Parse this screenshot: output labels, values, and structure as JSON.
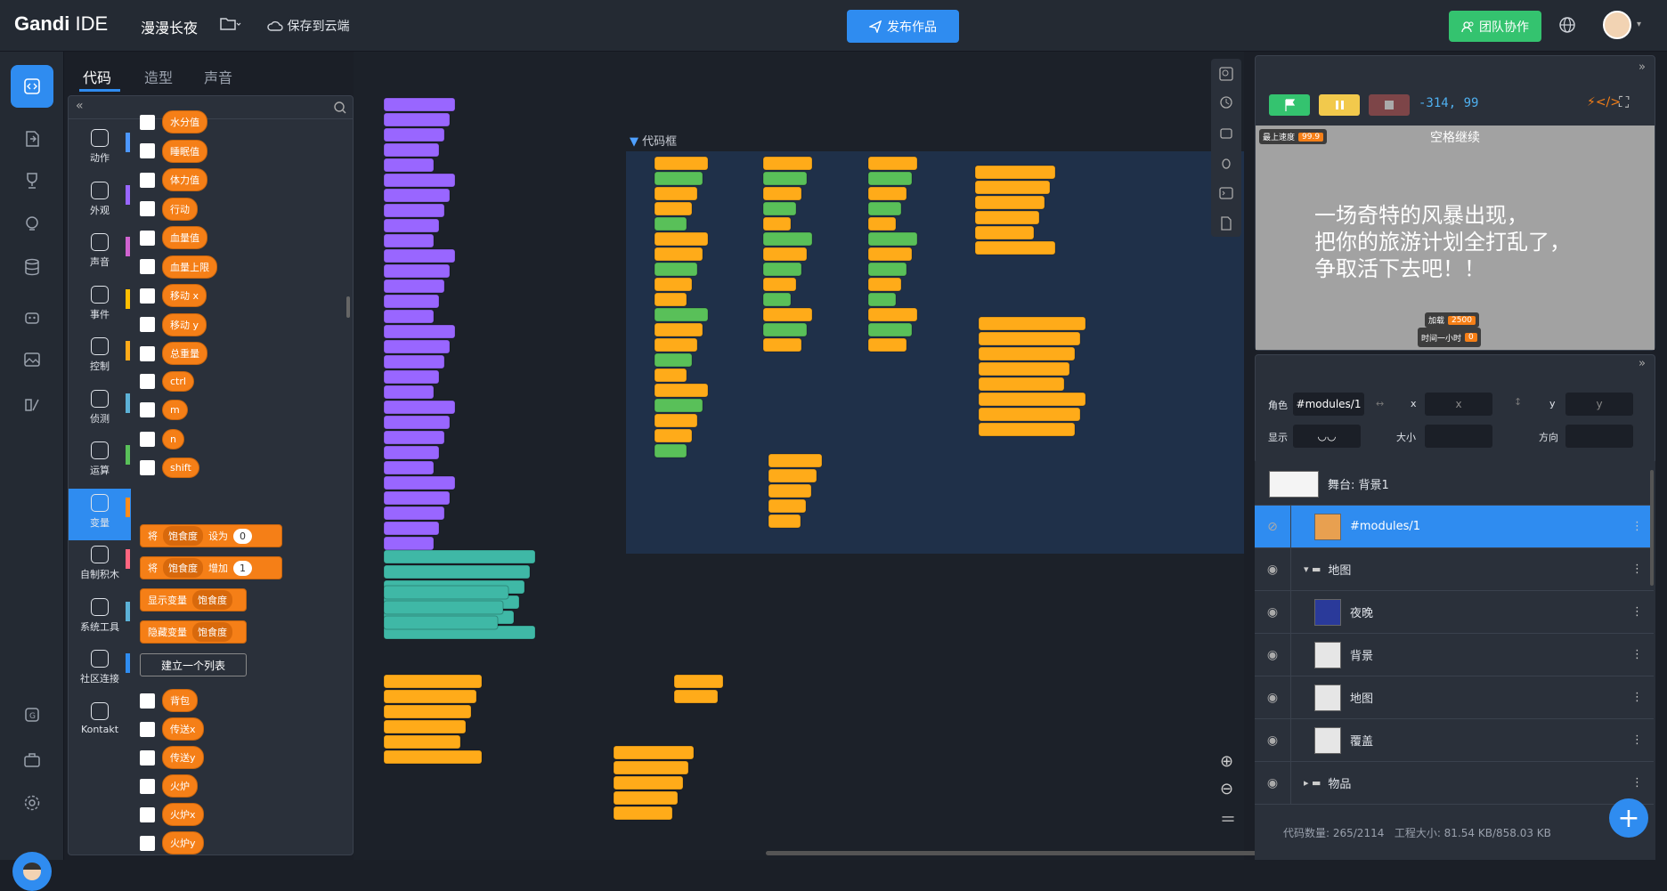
{
  "app": {
    "logo_bold": "Gandi",
    "logo_light": " IDE",
    "project_name": "漫漫长夜",
    "save_cloud": "保存到云端",
    "publish": "发布作品",
    "team": "团队协作"
  },
  "editor_tabs": [
    "代码",
    "造型",
    "声音"
  ],
  "categories": [
    {
      "label": "动作",
      "color": "#4c97ff"
    },
    {
      "label": "外观",
      "color": "#9966ff"
    },
    {
      "label": "声音",
      "color": "#cf63cf"
    },
    {
      "label": "事件",
      "color": "#ffbf00"
    },
    {
      "label": "控制",
      "color": "#ffab19"
    },
    {
      "label": "侦测",
      "color": "#5cb1d6"
    },
    {
      "label": "运算",
      "color": "#59c059"
    },
    {
      "label": "变量",
      "color": "#ff8c1a"
    },
    {
      "label": "自制积木",
      "color": "#ff6680"
    },
    {
      "label": "系统工具",
      "color": "#5cb1d6"
    },
    {
      "label": "社区连接",
      "color": "#2f8cf0"
    },
    {
      "label": "Kontakt",
      "color": ""
    }
  ],
  "variables_top": [
    "水分值",
    "睡眠值",
    "体力值",
    "行动",
    "血量值",
    "血量上限",
    "移动 x",
    "移动 y",
    "总重量",
    "ctrl",
    "m",
    "n",
    "shift"
  ],
  "set_block": {
    "prefix": "将",
    "var": "饱食度",
    "op": "设为",
    "value": "0"
  },
  "change_block": {
    "prefix": "将",
    "var": "饱食度",
    "op": "增加",
    "value": "1"
  },
  "show_block": {
    "label": "显示变量",
    "var": "饱食度"
  },
  "hide_block": {
    "label": "隐藏变量",
    "var": "饱食度"
  },
  "make_list": "建立一个列表",
  "lists": [
    "背包",
    "传送x",
    "传送y",
    "火炉",
    "火炉x",
    "火炉y"
  ],
  "canvas": {
    "code_frame": "代码框"
  },
  "stage": {
    "coords": "-314, 99",
    "header": "空格继续",
    "message": [
      "一场奇特的风暴出现，",
      "把你的旅游计划全打乱了，",
      "争取活下去吧！！"
    ],
    "monitor1": {
      "label": "最上速度",
      "value": "99.9"
    },
    "monitor2": {
      "label": "加载",
      "value": "2500"
    },
    "monitor3": {
      "label": "时间一小时",
      "value": "0"
    }
  },
  "sprite_info": {
    "role_label": "角色",
    "role_value": "#modules/1",
    "x_label": "x",
    "x_ph": "x",
    "y_label": "y",
    "y_ph": "y",
    "show_label": "显示",
    "size_label": "大小",
    "dir_label": "方向"
  },
  "layers": {
    "stage": "舞台: 背景1",
    "rows": [
      {
        "name": "#modules/1",
        "selected": true
      },
      {
        "name": "地图",
        "folder": true
      },
      {
        "name": "夜晚"
      },
      {
        "name": "背景"
      },
      {
        "name": "地图"
      },
      {
        "name": "覆盖"
      },
      {
        "name": "物品",
        "folder": true
      }
    ]
  },
  "stats": {
    "code_count": "代码数量: 265/2114",
    "project_size": "工程大小: 81.54 KB/858.03 KB"
  }
}
